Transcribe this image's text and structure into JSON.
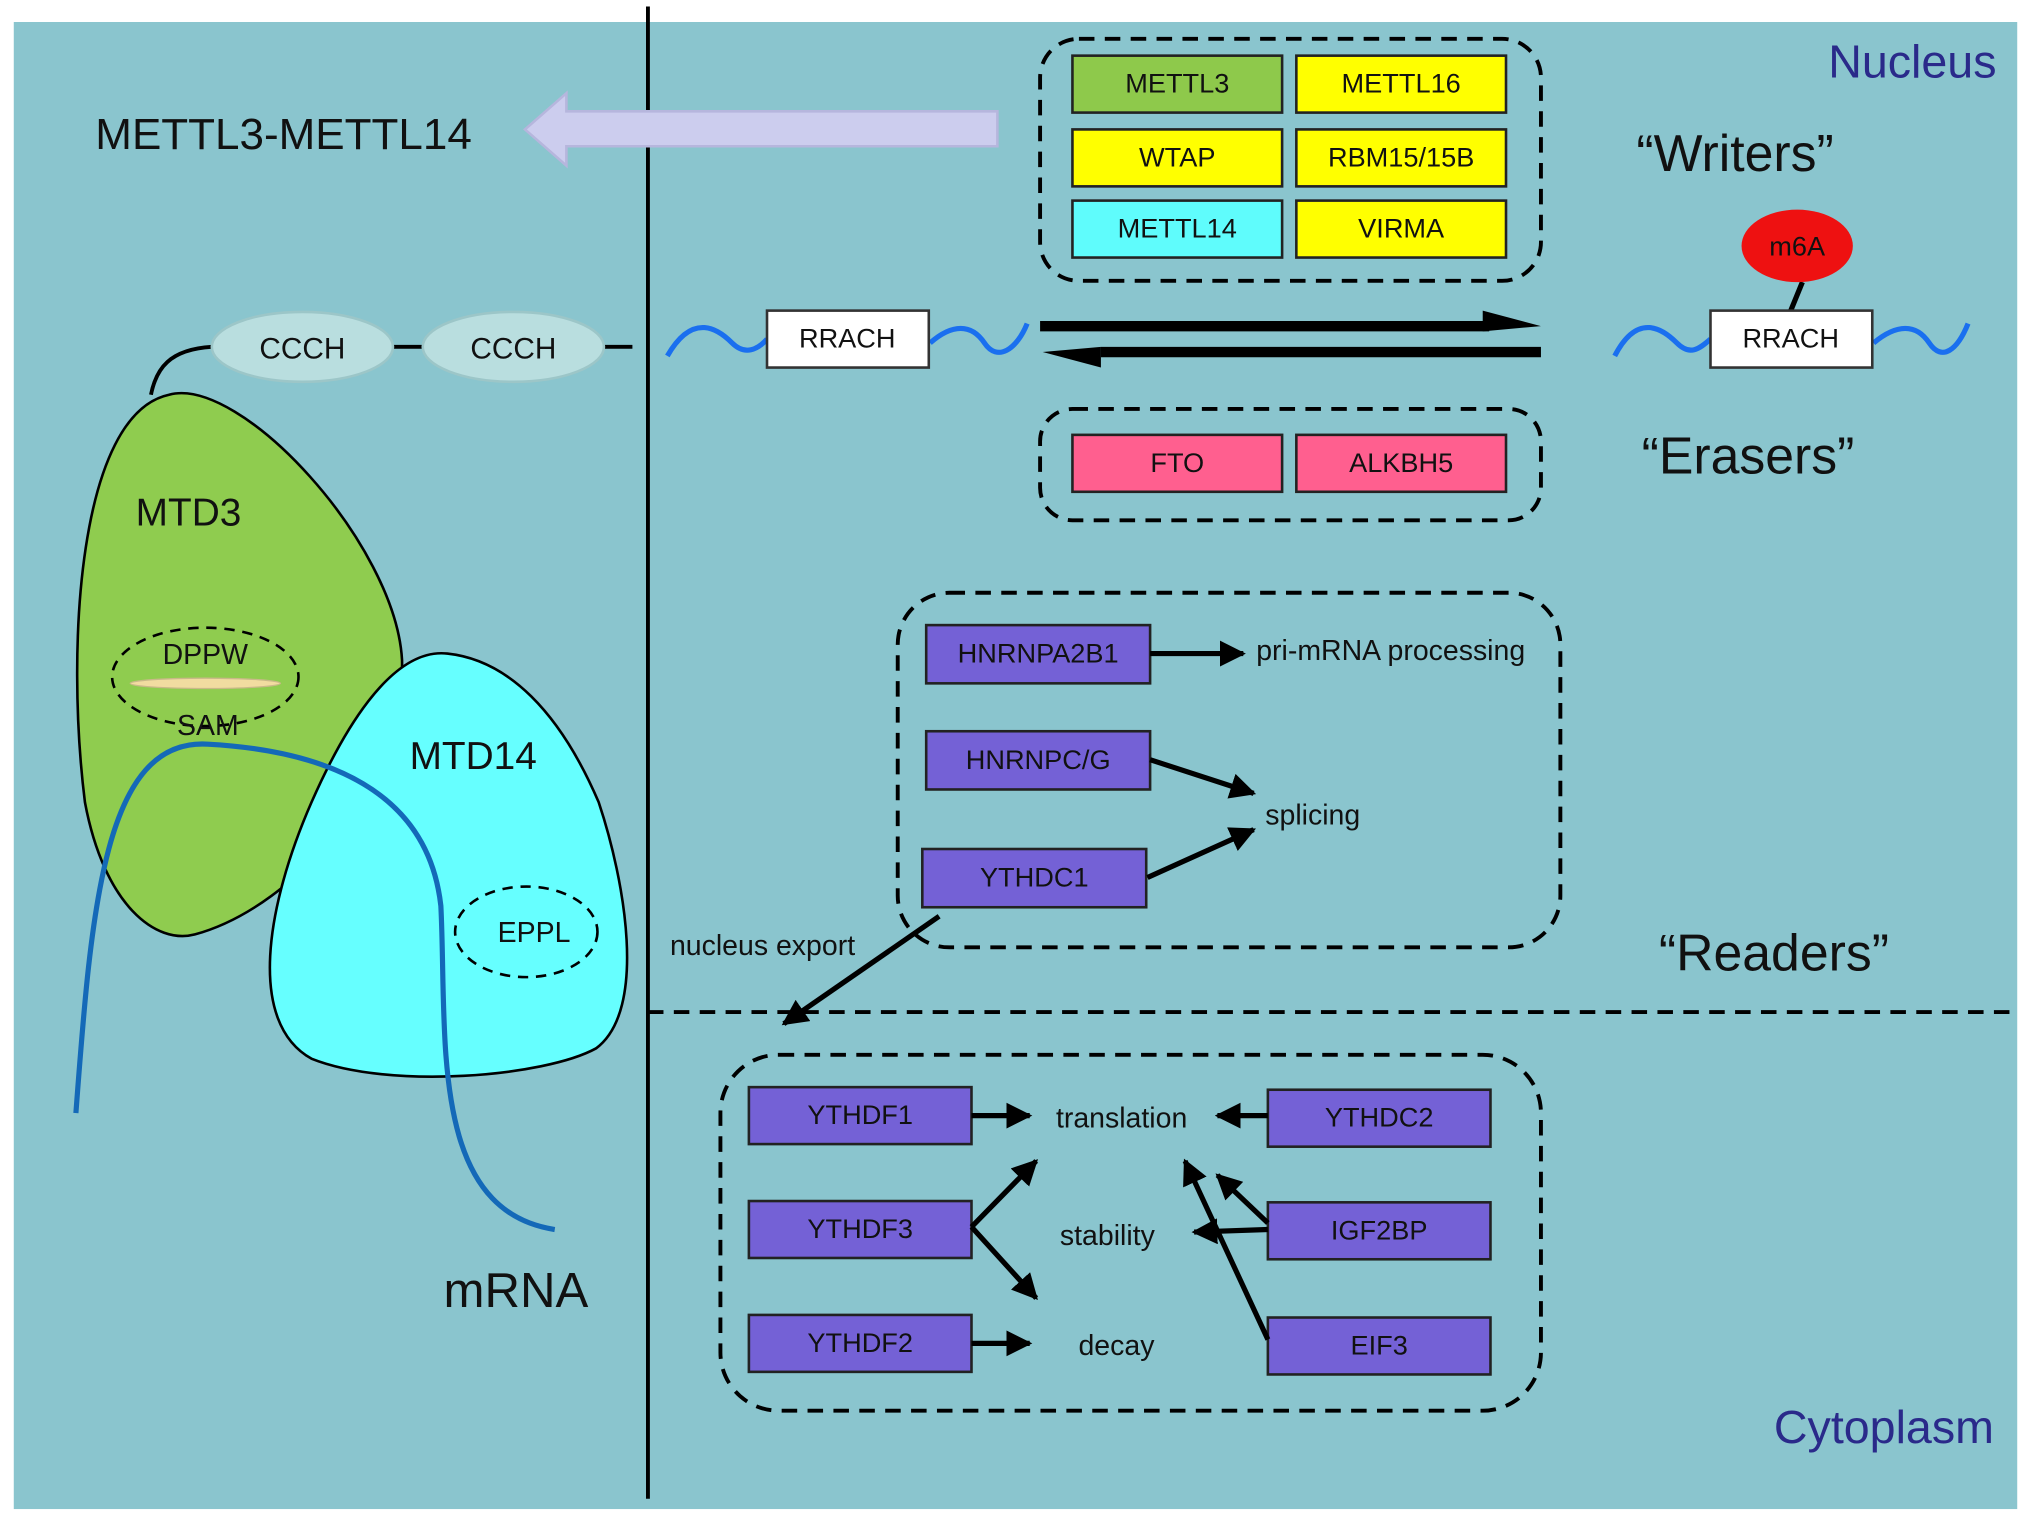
{
  "regions": {
    "nucleus": "Nucleus",
    "cytoplasm": "Cytoplasm"
  },
  "complex_label": "METTL3-METTL14",
  "protein": {
    "domains": [
      "CCCH",
      "CCCH"
    ],
    "mtd3": "MTD3",
    "dppw": "DPPW",
    "sam": "SAM",
    "mtd14": "MTD14",
    "eppl": "EPPL",
    "mrna": "mRNA"
  },
  "writers": {
    "title": "“Writers”",
    "items": [
      {
        "label": "METTL3",
        "color": "#8ec94b"
      },
      {
        "label": "METTL16",
        "color": "#ffff00"
      },
      {
        "label": "WTAP",
        "color": "#ffff00"
      },
      {
        "label": "RBM15/15B",
        "color": "#ffff00"
      },
      {
        "label": "METTL14",
        "color": "#5ffcfc"
      },
      {
        "label": "VIRMA",
        "color": "#ffff00"
      }
    ]
  },
  "motif": {
    "unmodified": "RRACH",
    "modified": "RRACH",
    "mark": "m6A",
    "mark_color": "#ee1111"
  },
  "erasers": {
    "title": "“Erasers”",
    "items": [
      {
        "label": "FTO",
        "color": "#ff5f8f"
      },
      {
        "label": "ALKBH5",
        "color": "#ff5f8f"
      }
    ]
  },
  "readers": {
    "title": "“Readers”",
    "color": "#7461d6",
    "nuclear": [
      "HNRNPA2B1",
      "HNRNPC/G",
      "YTHDC1"
    ],
    "nuclear_outcomes": {
      "processing": "pri-mRNA processing",
      "splicing": "splicing",
      "export": "nucleus export"
    },
    "cytoplasmic_left": [
      "YTHDF1",
      "YTHDF3",
      "YTHDF2"
    ],
    "cytoplasmic_right": [
      "YTHDC2",
      "IGF2BP",
      "EIF3"
    ],
    "cytoplasmic_outcomes": {
      "translation": "translation",
      "stability": "stability",
      "decay": "decay"
    }
  }
}
